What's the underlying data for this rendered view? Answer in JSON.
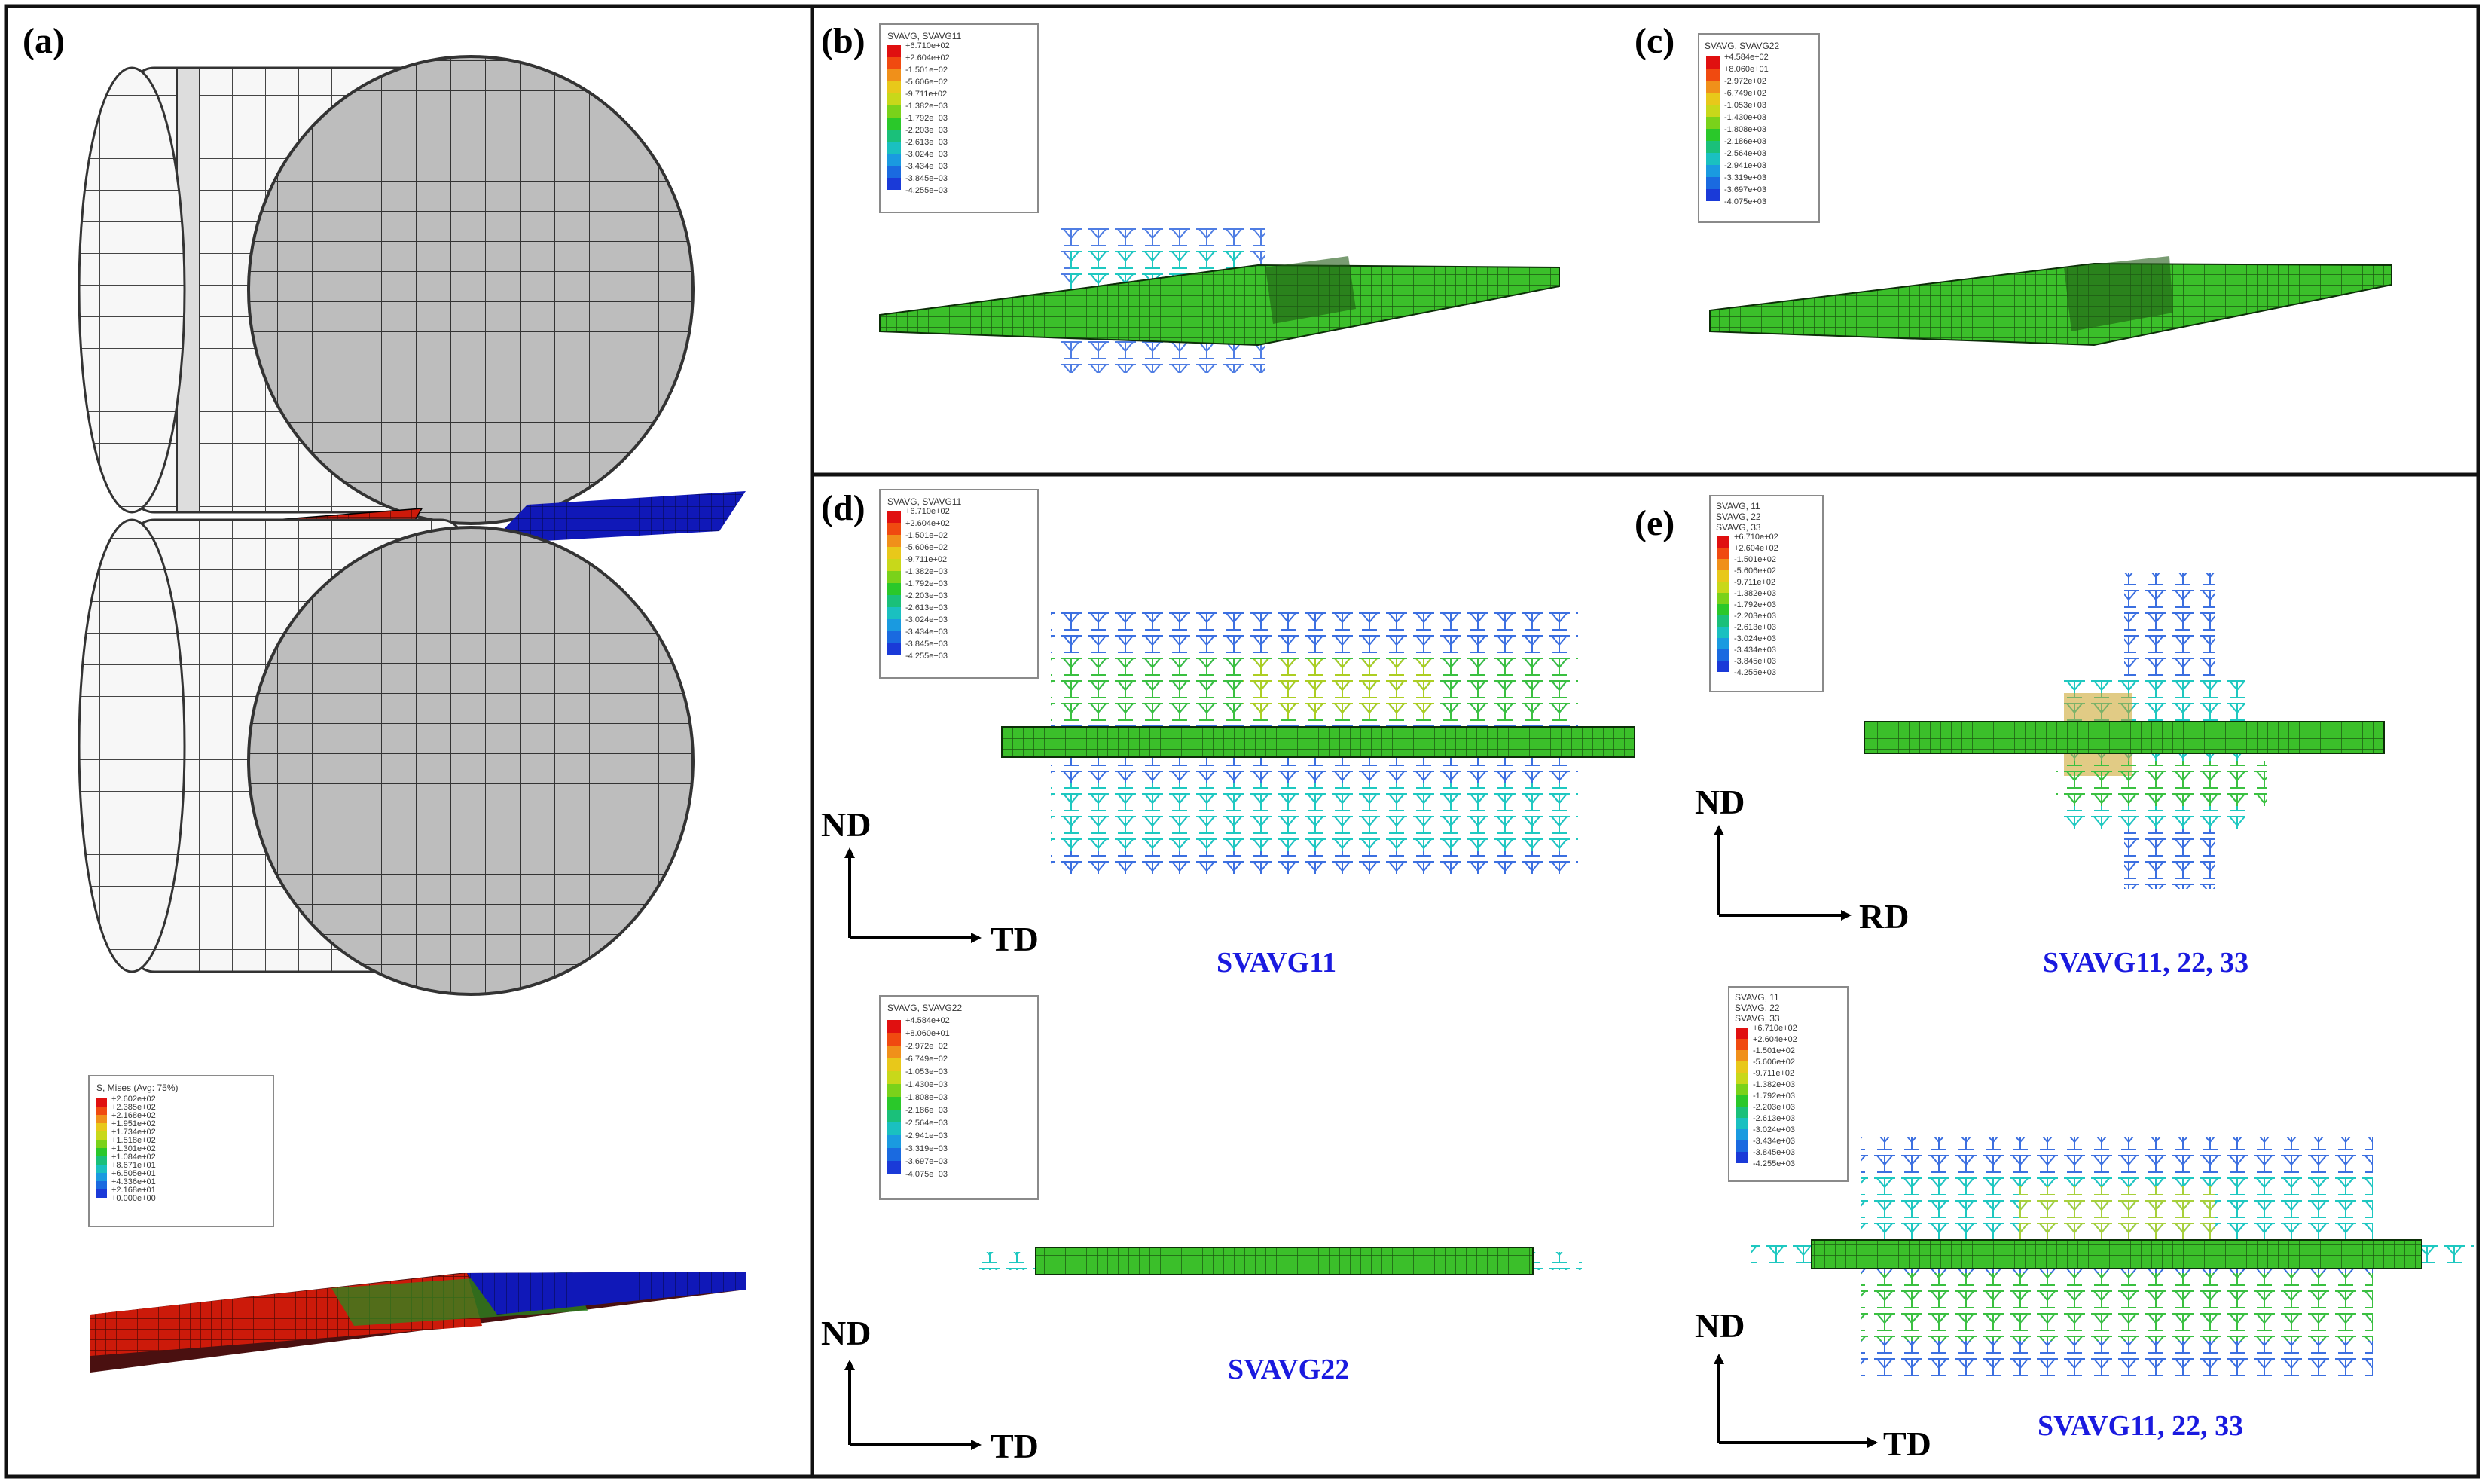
{
  "colors": {
    "border": "#111111",
    "caption_blue": "#1a1adf",
    "mesh_green": "#3bbf2a",
    "sheet_red": "#cc1a0a",
    "sheet_blue": "#1018b8",
    "roll_face": "#bdbdbd",
    "roll_side": "#f4f4f4"
  },
  "panels": {
    "a": {
      "label": "(a)",
      "legend_title": "S, Mises (Avg: 75%)",
      "legend_values": [
        "+2.602e+02",
        "+2.385e+02",
        "+2.168e+02",
        "+1.951e+02",
        "+1.734e+02",
        "+1.518e+02",
        "+1.301e+02",
        "+1.084e+02",
        "+8.671e+01",
        "+6.505e+01",
        "+4.336e+01",
        "+2.168e+01",
        "+0.000e+00"
      ]
    },
    "b": {
      "label": "(b)",
      "legend_title": "SVAVG, SVAVG11",
      "legend_values": [
        "+6.710e+02",
        "+2.604e+02",
        "-1.501e+02",
        "-5.606e+02",
        "-9.711e+02",
        "-1.382e+03",
        "-1.792e+03",
        "-2.203e+03",
        "-2.613e+03",
        "-3.024e+03",
        "-3.434e+03",
        "-3.845e+03",
        "-4.255e+03"
      ]
    },
    "c": {
      "label": "(c)",
      "legend_title": "SVAVG, SVAVG22",
      "legend_values": [
        "+4.584e+02",
        "+8.060e+01",
        "-2.972e+02",
        "-6.749e+02",
        "-1.053e+03",
        "-1.430e+03",
        "-1.808e+03",
        "-2.186e+03",
        "-2.564e+03",
        "-2.941e+03",
        "-3.319e+03",
        "-3.697e+03",
        "-4.075e+03"
      ]
    },
    "d": {
      "label": "(d)",
      "top": {
        "legend_title": "SVAVG, SVAVG11",
        "legend_values": [
          "+6.710e+02",
          "+2.604e+02",
          "-1.501e+02",
          "-5.606e+02",
          "-9.711e+02",
          "-1.382e+03",
          "-1.792e+03",
          "-2.203e+03",
          "-2.613e+03",
          "-3.024e+03",
          "-3.434e+03",
          "-3.845e+03",
          "-4.255e+03"
        ],
        "axis_vertical": "ND",
        "axis_horizontal": "TD",
        "caption": "SVAVG11"
      },
      "bottom": {
        "legend_title": "SVAVG, SVAVG22",
        "legend_values": [
          "+4.584e+02",
          "+8.060e+01",
          "-2.972e+02",
          "-6.749e+02",
          "-1.053e+03",
          "-1.430e+03",
          "-1.808e+03",
          "-2.186e+03",
          "-2.564e+03",
          "-2.941e+03",
          "-3.319e+03",
          "-3.697e+03",
          "-4.075e+03"
        ],
        "axis_vertical": "ND",
        "axis_horizontal": "TD",
        "caption": "SVAVG22"
      }
    },
    "e": {
      "label": "(e)",
      "top": {
        "legend_titles": [
          "SVAVG, 11",
          "SVAVG, 22",
          "SVAVG, 33"
        ],
        "legend_values": [
          "+6.710e+02",
          "+2.604e+02",
          "-1.501e+02",
          "-5.606e+02",
          "-9.711e+02",
          "-1.382e+03",
          "-1.792e+03",
          "-2.203e+03",
          "-2.613e+03",
          "-3.024e+03",
          "-3.434e+03",
          "-3.845e+03",
          "-4.255e+03"
        ],
        "axis_vertical": "ND",
        "axis_horizontal": "RD",
        "caption": "SVAVG11, 22, 33"
      },
      "bottom": {
        "legend_titles": [
          "SVAVG, 11",
          "SVAVG, 22",
          "SVAVG, 33"
        ],
        "legend_values": [
          "+6.710e+02",
          "+2.604e+02",
          "-1.501e+02",
          "-5.606e+02",
          "-9.711e+02",
          "-1.382e+03",
          "-1.792e+03",
          "-2.203e+03",
          "-2.613e+03",
          "-3.024e+03",
          "-3.434e+03",
          "-3.845e+03",
          "-4.255e+03"
        ],
        "axis_vertical": "ND",
        "axis_horizontal": "TD",
        "caption": "SVAVG11, 22, 33"
      }
    }
  }
}
